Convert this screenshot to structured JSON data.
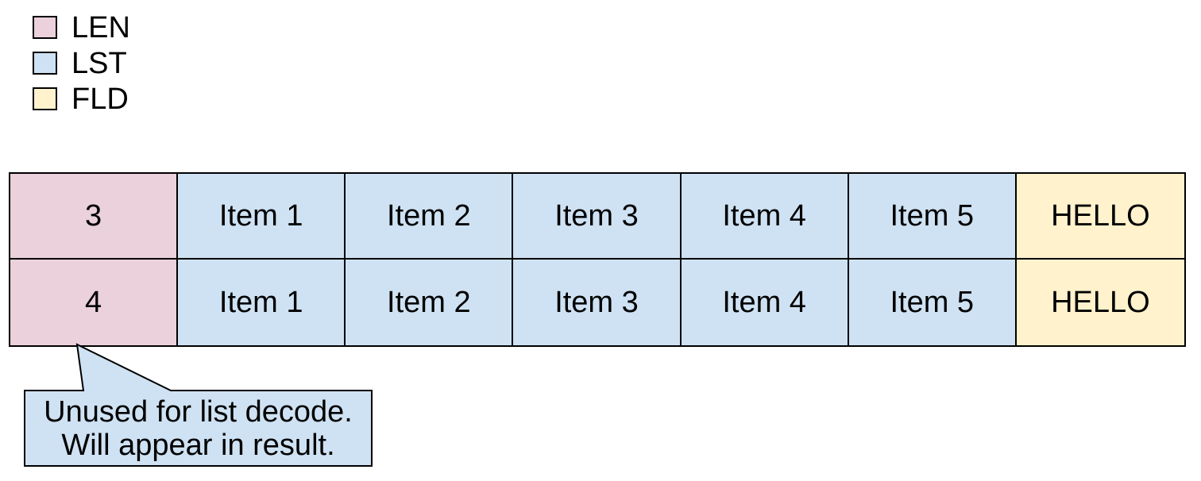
{
  "colors": {
    "len": "#ead1dc",
    "lst": "#cfe2f3",
    "fld": "#fff2cc",
    "border": "#000000",
    "background": "#ffffff"
  },
  "legend": {
    "items": [
      {
        "label": "LEN",
        "color": "#ead1dc"
      },
      {
        "label": "LST",
        "color": "#cfe2f3"
      },
      {
        "label": "FLD",
        "color": "#fff2cc"
      }
    ]
  },
  "table": {
    "rows": [
      {
        "len": "3",
        "items": [
          "Item 1",
          "Item 2",
          "Item 3",
          "Item 4",
          "Item 5"
        ],
        "fld": "HELLO"
      },
      {
        "len": "4",
        "items": [
          "Item 1",
          "Item 2",
          "Item 3",
          "Item 4",
          "Item 5"
        ],
        "fld": "HELLO"
      }
    ]
  },
  "callout": {
    "line1": "Unused for list decode.",
    "line2": "Will appear in result."
  }
}
